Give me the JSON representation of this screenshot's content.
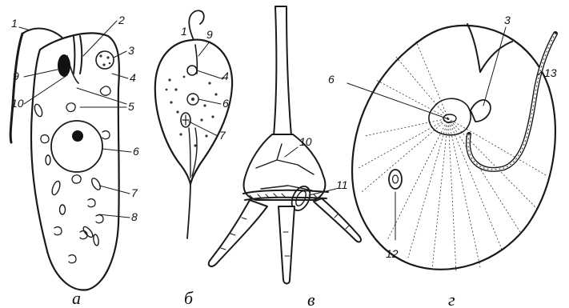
{
  "figure": {
    "panels": [
      {
        "id": "a",
        "label": "а"
      },
      {
        "id": "b",
        "label": "б"
      },
      {
        "id": "v",
        "label": "в"
      },
      {
        "id": "g",
        "label": "г"
      }
    ],
    "callouts": {
      "a": [
        "1",
        "2",
        "3",
        "4",
        "5",
        "6",
        "7",
        "8",
        "9",
        "10"
      ],
      "b": [
        "1",
        "9",
        "4",
        "6",
        "7"
      ],
      "v": [
        "10",
        "11"
      ],
      "g": [
        "6",
        "3",
        "13",
        "12"
      ]
    }
  }
}
